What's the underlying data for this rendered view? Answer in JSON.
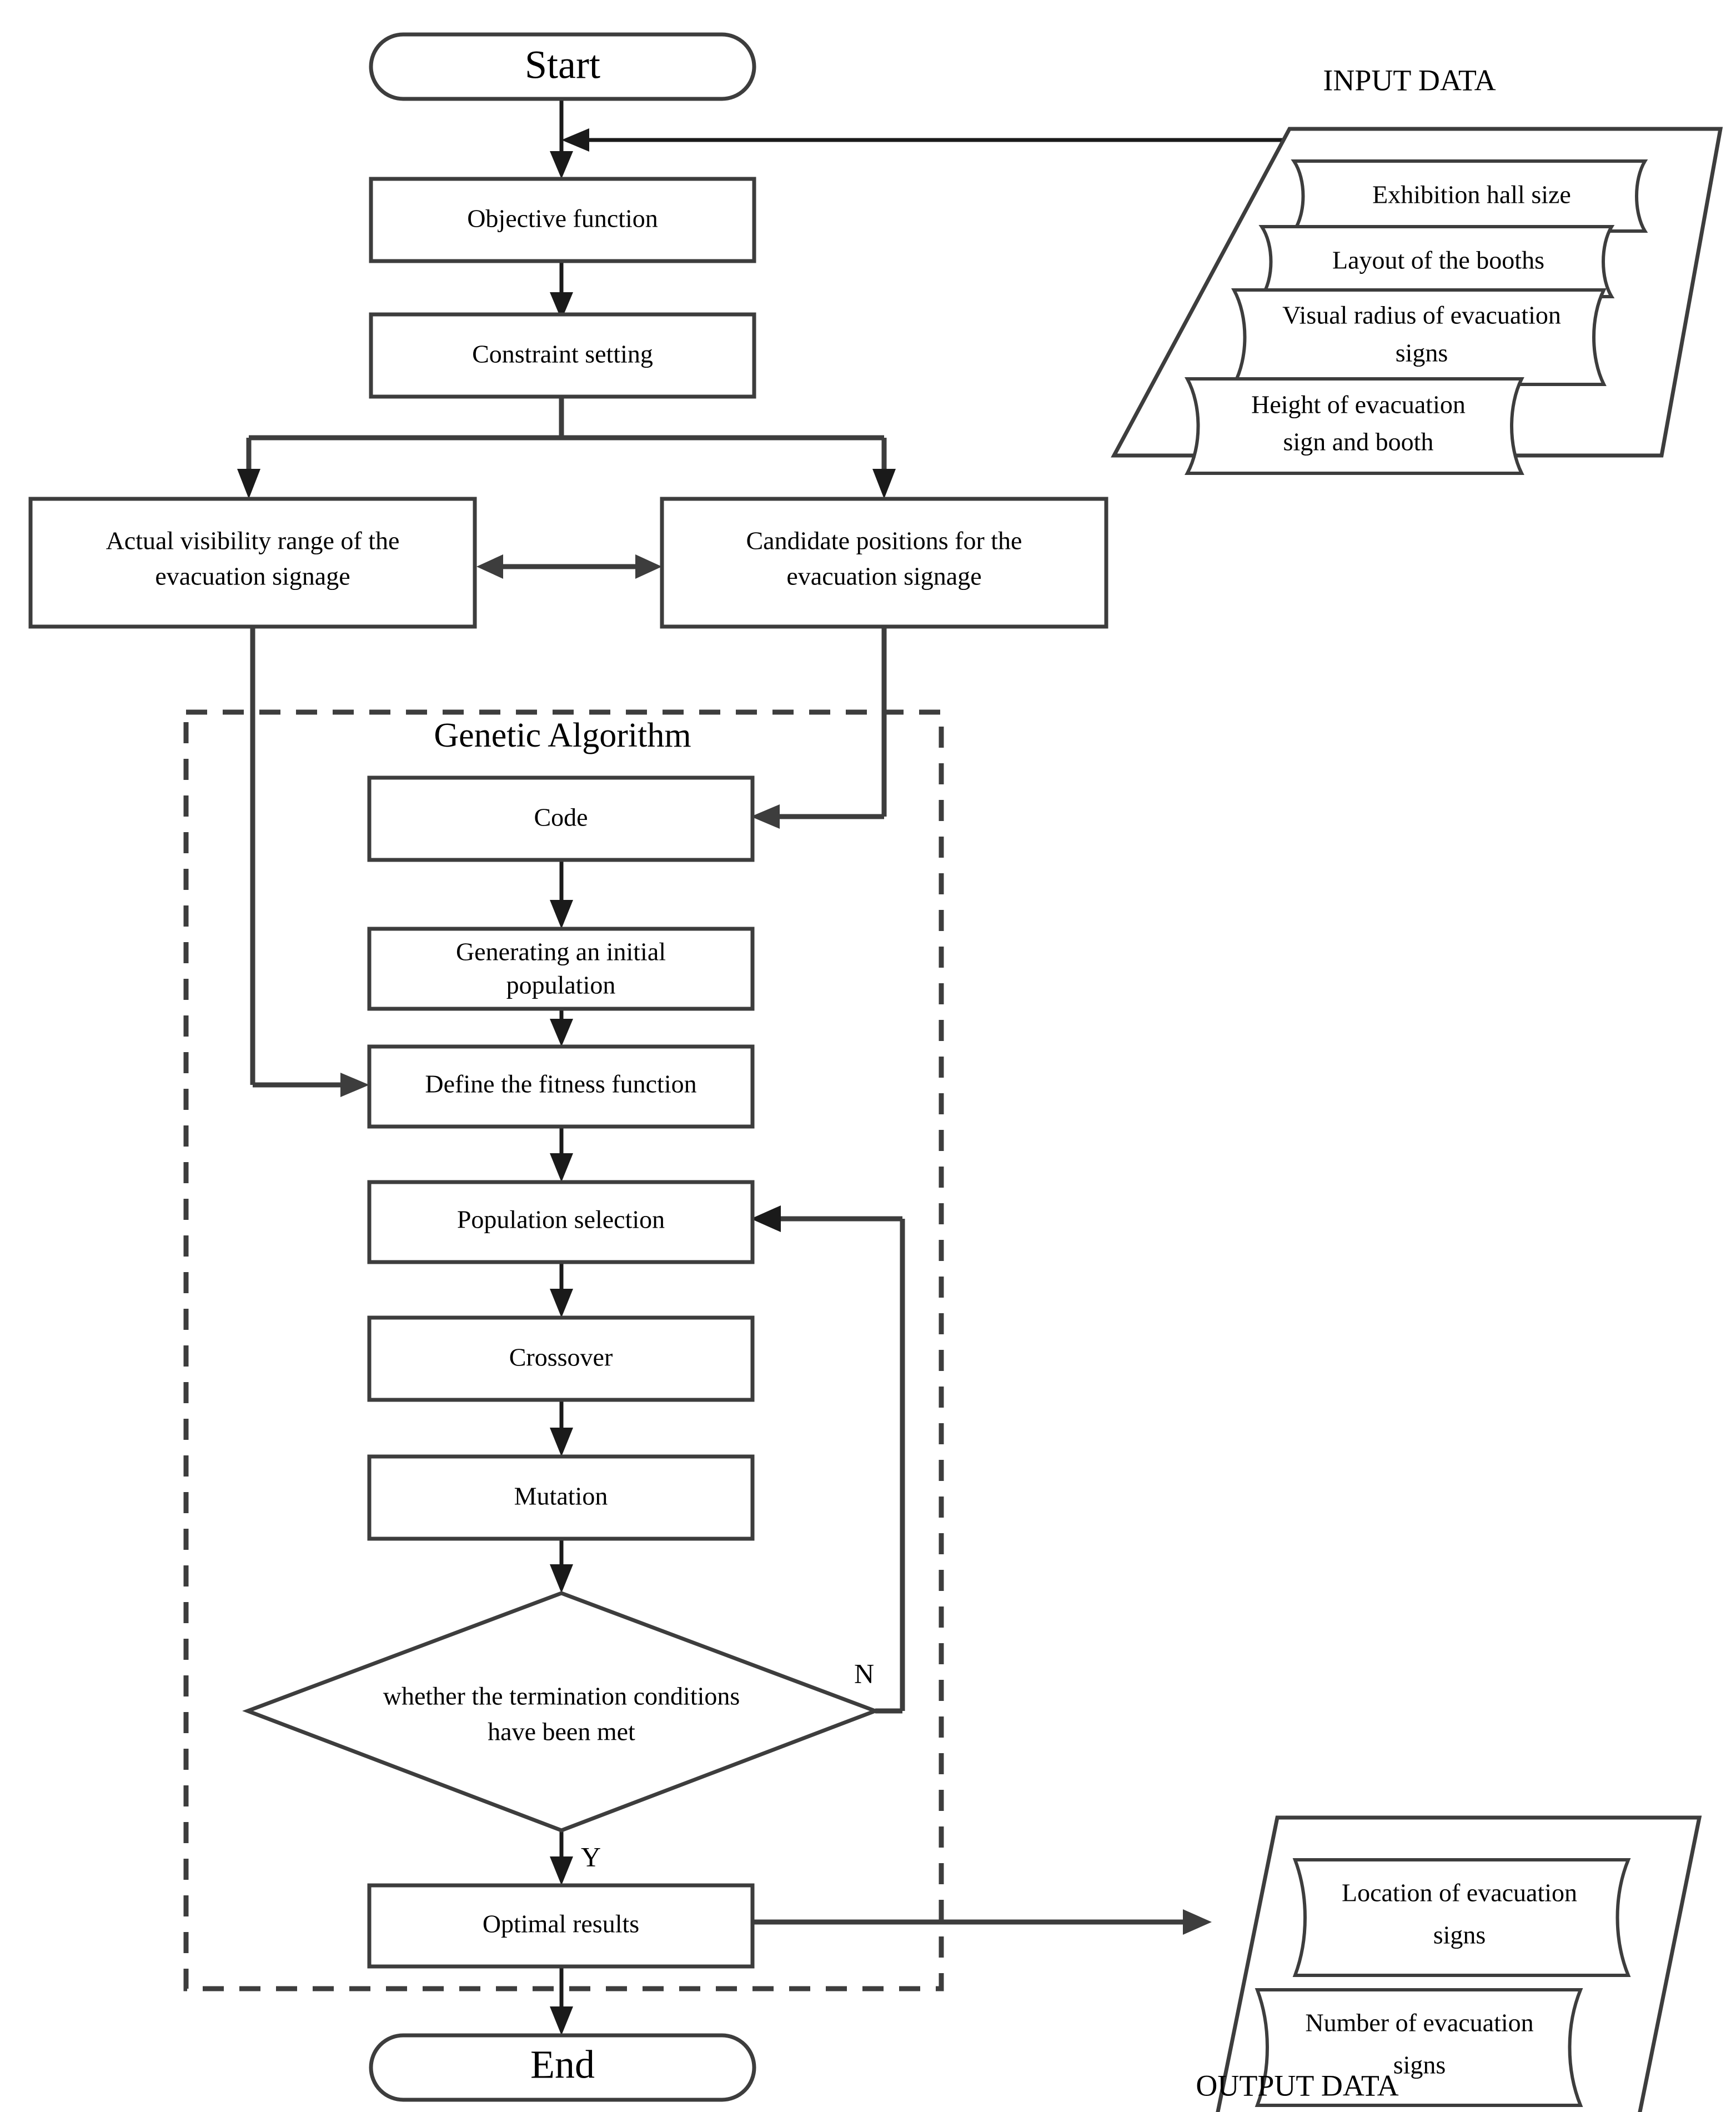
{
  "diagram": {
    "title_start": "Start",
    "title_end": "End",
    "section_label": "Genetic Algorithm",
    "input_panel_label": "INPUT DATA",
    "output_panel_label": "OUTPUT DATA",
    "branch_yes": "Y",
    "branch_no": "N",
    "colors": {
      "shape_stroke": "#3d3d3d",
      "connector": "#1a1a1a",
      "background": "#ffffff",
      "text": "#000000"
    }
  },
  "nodes": {
    "start": "Start",
    "objective_function": "Objective function",
    "constraint_setting": "Constraint setting",
    "visibility_range_l1": "Actual visibility range of the",
    "visibility_range_l2": "evacuation signage",
    "candidate_positions_l1": "Candidate positions for the",
    "candidate_positions_l2": "evacuation signage",
    "code": "Code",
    "initial_population_l1": "Generating an initial",
    "initial_population_l2": "population",
    "fitness_function": "Define the fitness function",
    "population_selection": "Population selection",
    "crossover": "Crossover",
    "mutation": "Mutation",
    "termination_l1": "whether the termination conditions",
    "termination_l2": "have been met",
    "optimal_results": "Optimal results",
    "end": "End"
  },
  "input_data": {
    "label": "INPUT DATA",
    "items": [
      {
        "lines": [
          "Exhibition hall size"
        ]
      },
      {
        "lines": [
          "Layout of the booths"
        ]
      },
      {
        "lines": [
          "Visual radius of evacuation",
          "signs"
        ]
      },
      {
        "lines": [
          "Height of evacuation",
          "sign and booth"
        ]
      }
    ]
  },
  "output_data": {
    "label": "OUTPUT DATA",
    "items": [
      {
        "lines": [
          "Location of evacuation",
          "signs"
        ]
      },
      {
        "lines": [
          "Number of evacuation",
          "signs"
        ]
      }
    ]
  },
  "edges": {
    "yes_label": "Y",
    "no_label": "N"
  }
}
